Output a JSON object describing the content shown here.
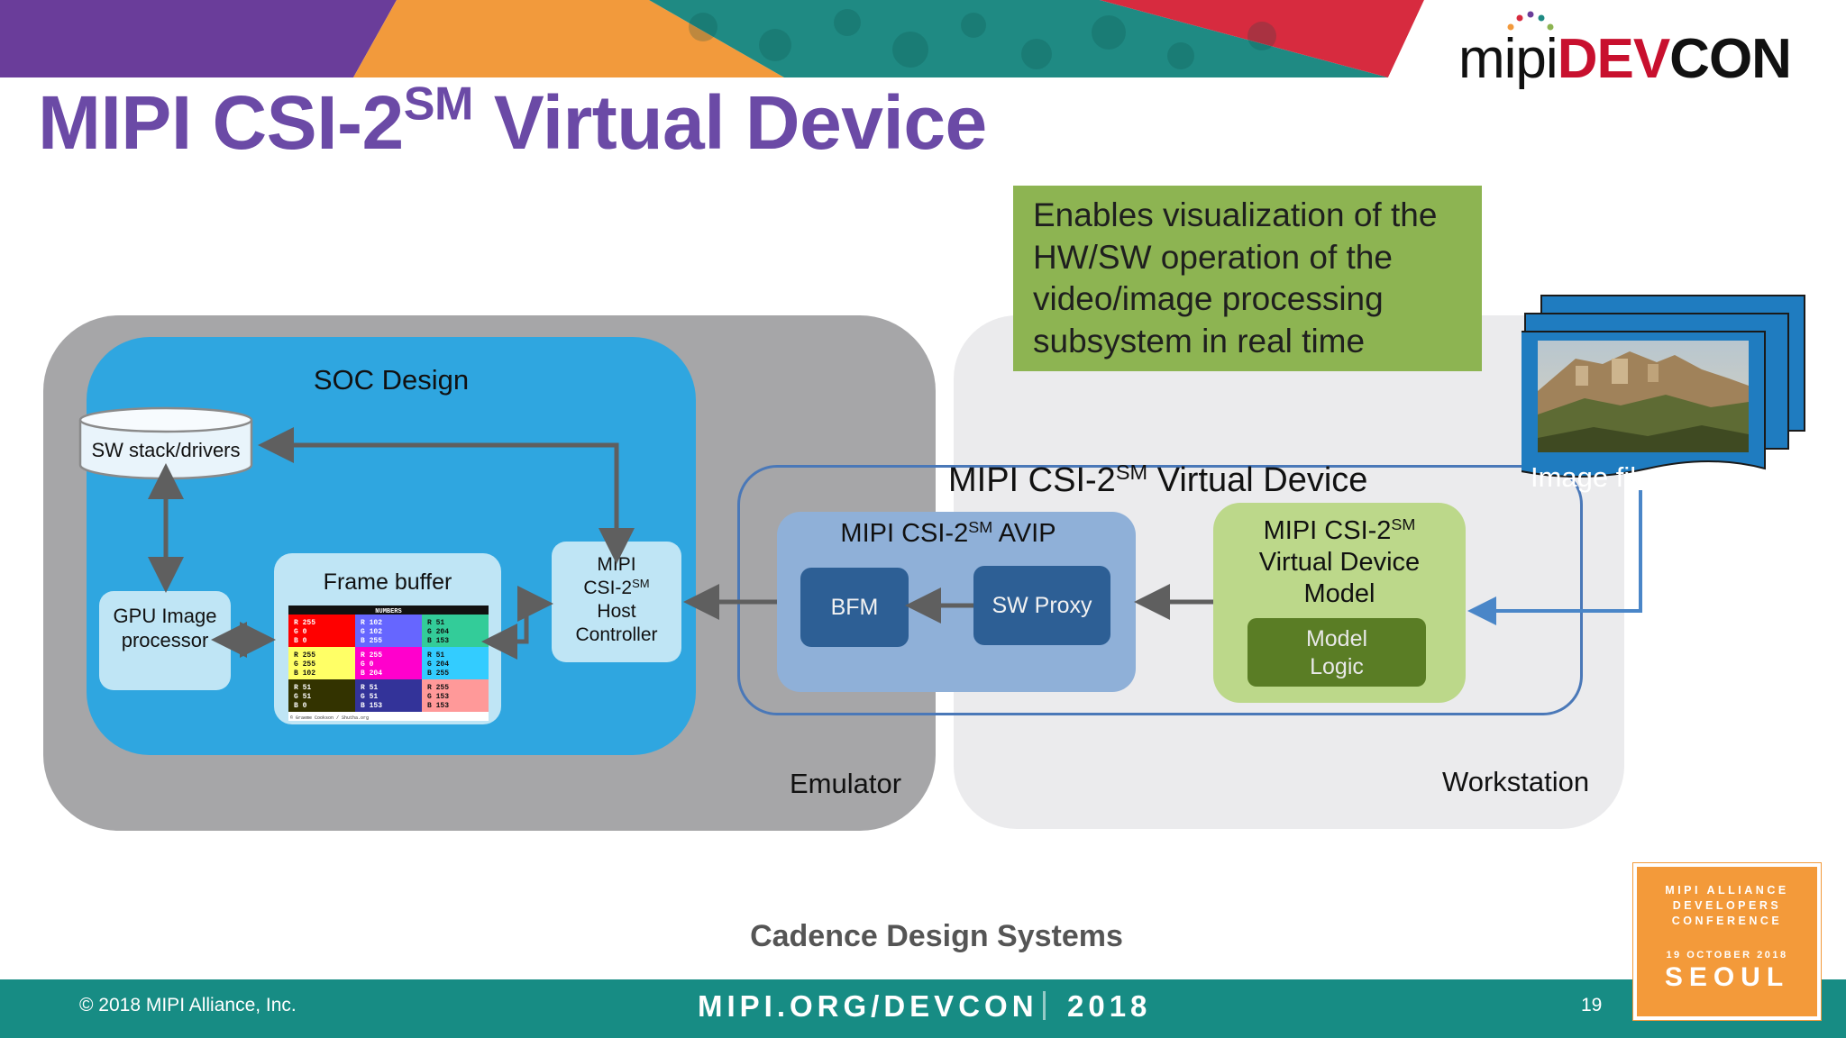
{
  "header": {
    "logo": {
      "mipi": "mipi",
      "dev": "DEV",
      "con": "CON"
    },
    "title_main": "MIPI CSI-2",
    "title_sup": "SM",
    "title_rest": " Virtual Device"
  },
  "note": {
    "text": "Enables visualization of the HW/SW operation of the video/image processing subsystem in real time"
  },
  "emulator": {
    "label": "Emulator",
    "soc": {
      "title": "SOC Design",
      "sw_stack": "SW stack/drivers",
      "gpu": "GPU Image processor",
      "frame_buffer": "Frame buffer",
      "frame_buffer_image": {
        "title": "NUMBERS",
        "credit": "© Graeme Cookson / Shutha.org",
        "cells": [
          [
            "R 255\nG 0\nB 0",
            "R 102\nG 102\nB 255",
            "R 51\nG 204\nB 153"
          ],
          [
            "R 255\nG 255\nB 102",
            "R 255\nG 0\nB 204",
            "R 51\nG 204\nB 255"
          ],
          [
            "R 51\nG 51\nB 0",
            "R 51\nG 51\nB 153",
            "R 255\nG 153\nB 153"
          ]
        ]
      },
      "host": {
        "line1": "MIPI",
        "line2": "CSI-2",
        "sup": "SM",
        "line3": "Host",
        "line4": "Controller"
      }
    }
  },
  "workstation": {
    "label": "Workstation",
    "image_files": "Image files"
  },
  "virtual_device": {
    "title": "MIPI CSI-2",
    "sup": "SM",
    "title_rest": " Virtual Device",
    "avip": {
      "title": "MIPI CSI-2",
      "sup": "SM",
      "title_rest": " AVIP",
      "bfm": "BFM",
      "sw_proxy": "SW Proxy"
    },
    "model": {
      "line1": "MIPI CSI-2",
      "sup": "SM",
      "line2": "Virtual Device",
      "line3": "Model",
      "logic": "Model Logic"
    }
  },
  "footer": {
    "presenter": "Cadence Design Systems",
    "copyright": "© 2018 MIPI Alliance, Inc.",
    "url": "MIPI.ORG/DEVCON",
    "year": "2018",
    "page_number": "19",
    "badge": {
      "line1": "MIPI ALLIANCE",
      "line2": "DEVELOPERS",
      "line3": "CONFERENCE",
      "date": "19 OCTOBER 2018",
      "city": "SEOUL"
    }
  },
  "colors": {
    "title_purple": "#6b4aa6",
    "soc_blue": "#2fa6e0",
    "note_green": "#8db452",
    "model_green": "#bcd88a",
    "footer_teal": "#178c84",
    "badge_orange": "#f39a3a"
  }
}
